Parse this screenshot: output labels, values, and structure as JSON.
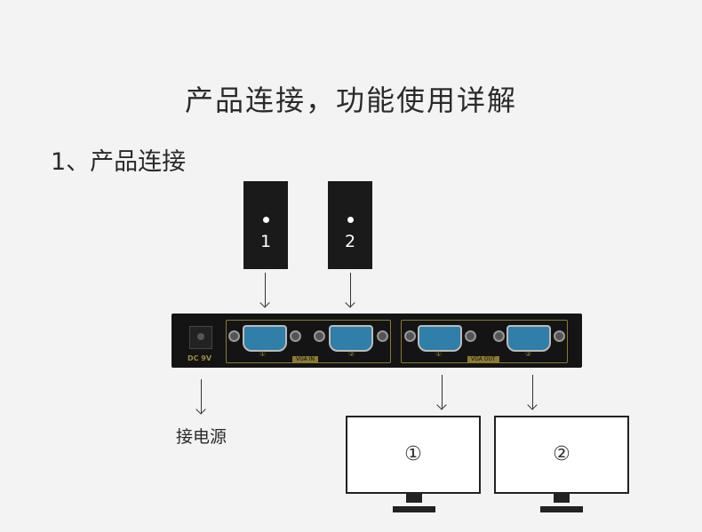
{
  "title": "产品连接，功能使用详解",
  "section": "1、产品连接",
  "sources": [
    "1",
    "2"
  ],
  "device": {
    "power_label": "DC 9V",
    "in_label": "VGA IN",
    "out_label": "VGA OUT",
    "port1": "①",
    "port2": "②"
  },
  "power_caption": "接电源",
  "monitors": [
    "①",
    "②"
  ]
}
